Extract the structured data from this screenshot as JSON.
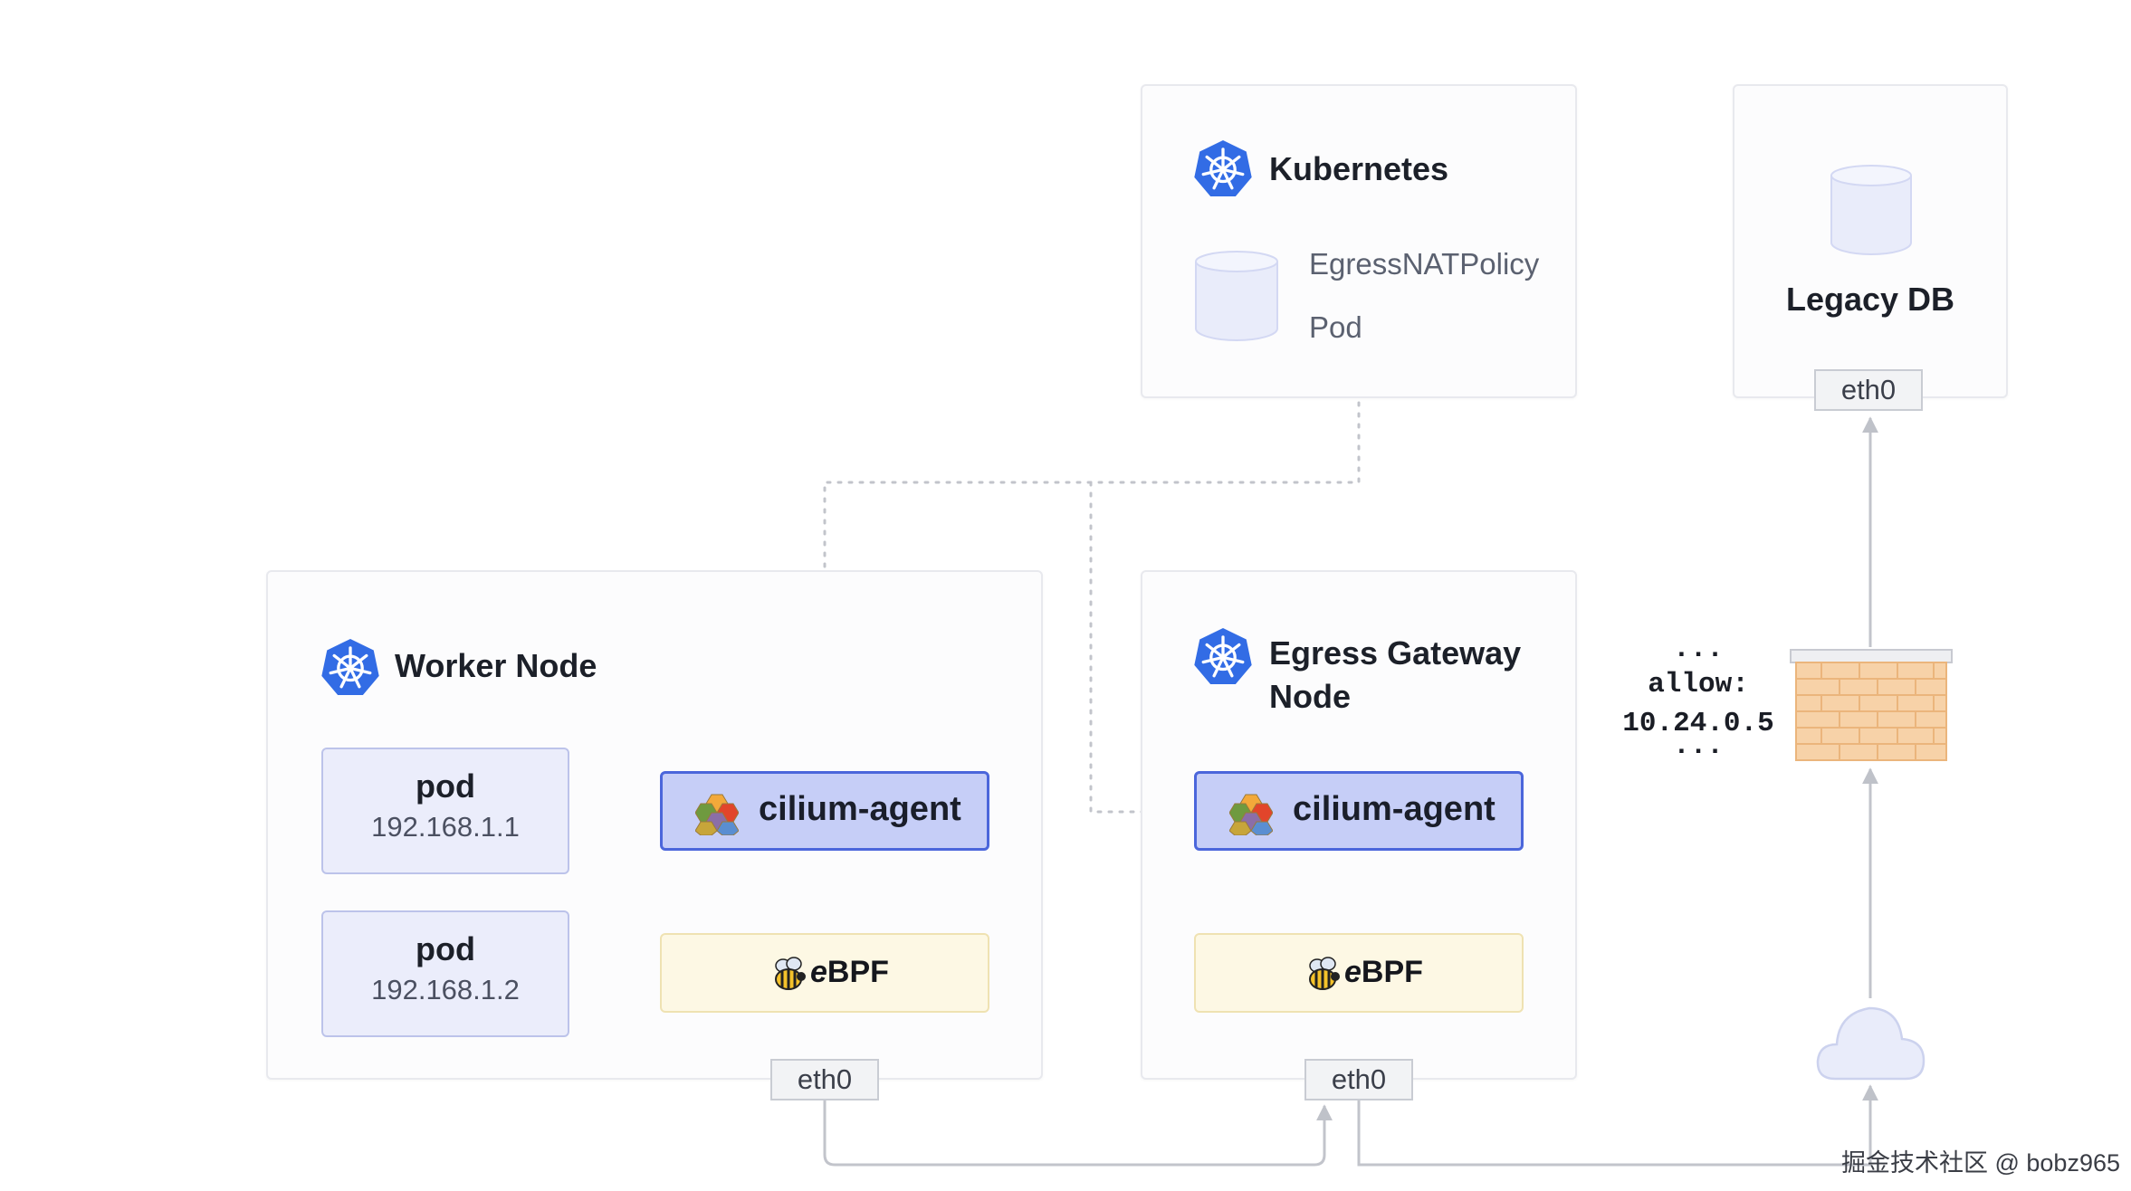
{
  "kubernetes": {
    "title": "Kubernetes",
    "resources": [
      "EgressNATPolicy",
      "Pod"
    ]
  },
  "legacy_db": {
    "title": "Legacy DB",
    "iface": "eth0"
  },
  "worker_node": {
    "title": "Worker Node",
    "pods": [
      {
        "label": "pod",
        "ip": "192.168.1.1"
      },
      {
        "label": "pod",
        "ip": "192.168.1.2"
      }
    ],
    "agent": "cilium-agent",
    "ebpf_prefix": "e",
    "ebpf_suffix": "BPF",
    "iface": "eth0"
  },
  "egress_node": {
    "title_line1": "Egress Gateway",
    "title_line2": "Node",
    "agent": "cilium-agent",
    "ebpf_prefix": "e",
    "ebpf_suffix": "BPF",
    "iface": "eth0"
  },
  "firewall": {
    "dots_top": "...",
    "rule_label": "allow:",
    "rule_ip": "10.24.0.5",
    "dots_bottom": "..."
  },
  "watermark": "掘金技术社区 @ bobz965",
  "colors": {
    "k8s_blue": "#326ce5",
    "agent_fill": "#c6cef7",
    "agent_border": "#4b66db",
    "pod_fill": "#ebedfb",
    "ebpf_fill": "#fdf8e4",
    "firewall_brick": "#f7d2a8",
    "cloud_fill": "#e9ecfa"
  },
  "icons": [
    "kubernetes-helm-icon",
    "database-cylinder-icon",
    "cilium-hexagon-icon",
    "ebpf-bee-icon",
    "firewall-brick-icon",
    "cloud-icon"
  ]
}
